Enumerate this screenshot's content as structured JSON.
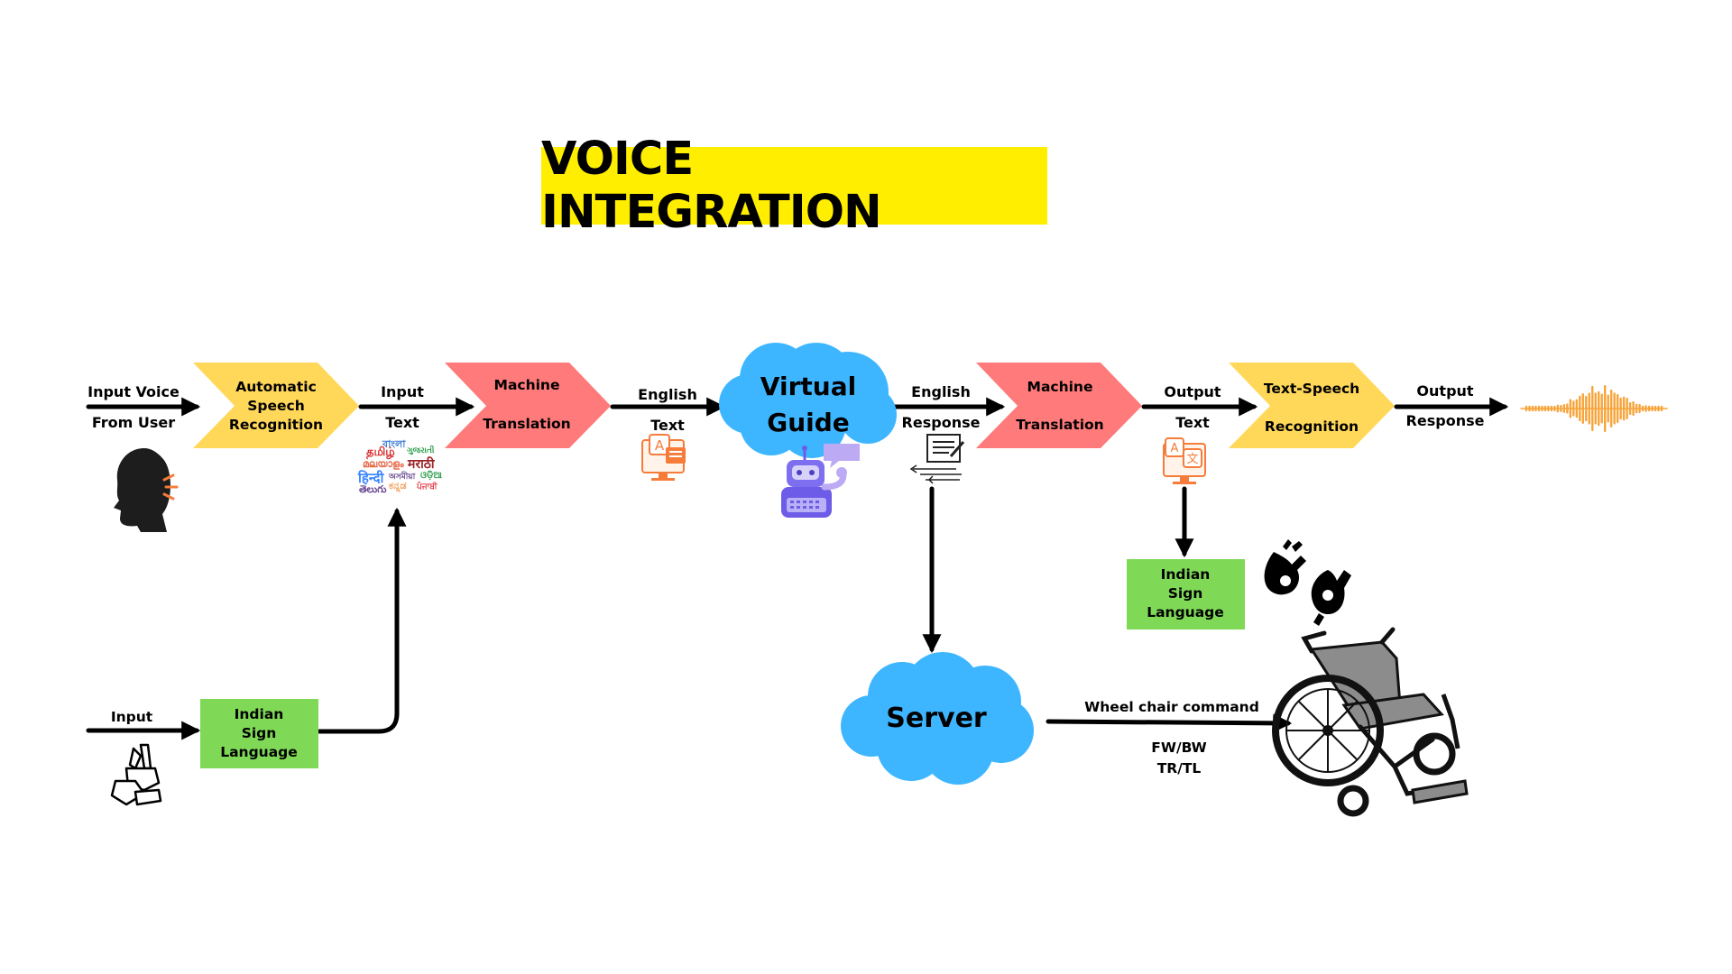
{
  "title": "VOICE INTEGRATION",
  "colors": {
    "title_bg": "#ffee00",
    "yellow_stage": "#ffd85a",
    "red_stage": "#ff7a7a",
    "green_box": "#7fd957",
    "cloud": "#3eb6ff",
    "waveform": "#f7a43a",
    "arrow": "#000000"
  },
  "top_row": {
    "input_voice": [
      "Input Voice",
      "From User"
    ],
    "asr_stage": [
      "Automatic",
      "Speech",
      "Recognition"
    ],
    "input_text": [
      "Input",
      "Text"
    ],
    "mt_stage_1": [
      "Machine",
      "Translation"
    ],
    "english_text": [
      "English",
      "Text"
    ],
    "virtual_guide": [
      "Virtual",
      "Guide"
    ],
    "english_response": [
      "English",
      "Response"
    ],
    "mt_stage_2": [
      "Machine",
      "Translation"
    ],
    "output_text": [
      "Output",
      "Text"
    ],
    "tts_stage": [
      "Text-Speech",
      "Recognition"
    ],
    "output_response": [
      "Output",
      "Response"
    ]
  },
  "language_scripts": [
    "বাংলা",
    "ગુજરાતી",
    "தமிழ்",
    "മലയാളം",
    "मराठी",
    "हिन्दी",
    "অসমীয়া",
    "ଓଡ଼ିଆ",
    "తెలుగు",
    "ಕನ್ನಡ",
    "ਪੰਜਾਬੀ"
  ],
  "bottom_left": {
    "input_label": "Input",
    "isl_box": [
      "Indian",
      "Sign",
      "Language"
    ]
  },
  "right_isl_box": [
    "Indian",
    "Sign",
    "Language"
  ],
  "server": {
    "label": "Server",
    "command_title": "Wheel chair command",
    "commands": [
      "FW/BW",
      "TR/TL"
    ]
  },
  "icons": [
    "speaking-head-icon",
    "indian-languages-icon",
    "translate-monitor-icon",
    "robot-chat-icon",
    "document-form-icon",
    "translate-monitor-icon",
    "sign-language-hands-icon",
    "sign-language-hand-icon",
    "wheelchair-icon",
    "audio-waveform-icon"
  ]
}
